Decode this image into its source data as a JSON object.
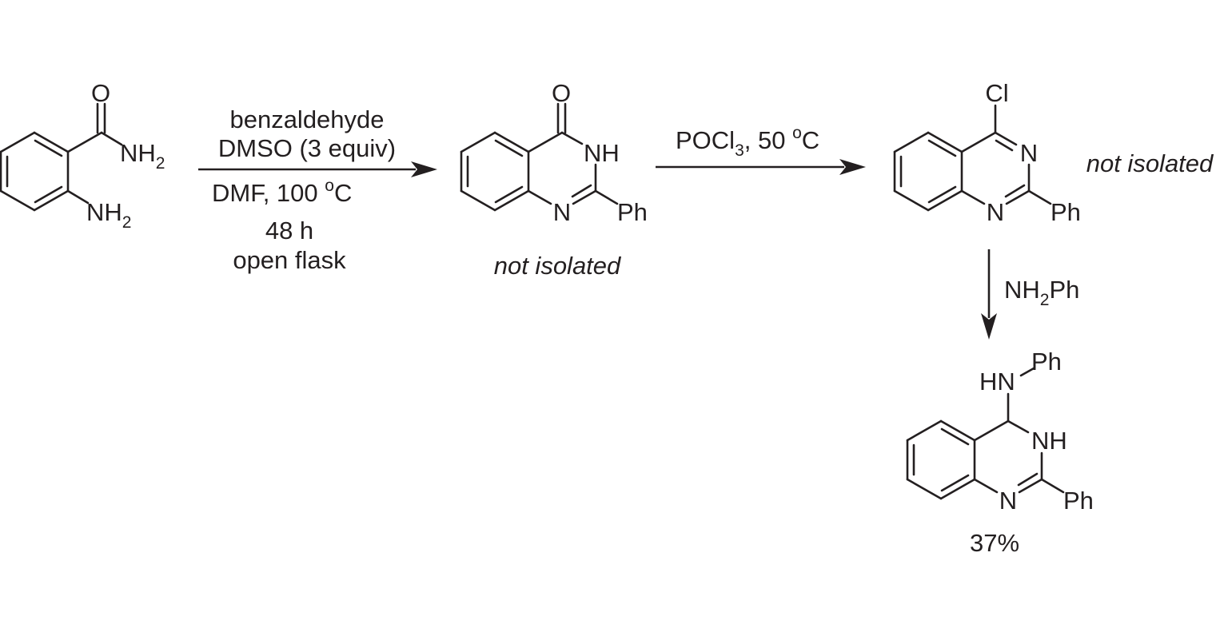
{
  "atoms": {
    "sm_o": "O",
    "sm_nh2_amide": "NH",
    "sm_nh2_amide_sub": "2",
    "sm_nh2_amine": "NH",
    "sm_nh2_amine_sub": "2",
    "int1_o": "O",
    "int1_nh": "NH",
    "int1_n": "N",
    "int1_ph": "Ph",
    "int2_cl": "Cl",
    "int2_n_top": "N",
    "int2_n": "N",
    "int2_ph": "Ph",
    "prod_hn": "HN",
    "prod_ph_top": "Ph",
    "prod_nh": "NH",
    "prod_n": "N",
    "prod_ph": "Ph"
  },
  "step1": {
    "line1": "benzaldehyde",
    "line2": "DMSO (3 equiv)",
    "line3_pre": "DMF, 100 ",
    "line3_deg": "o",
    "line3_unit": "C",
    "line4": "48 h",
    "line5": "open flask"
  },
  "step2": {
    "reagent_pre": "POCl",
    "reagent_sub": "3",
    "reagent_mid": ", 50 ",
    "deg": "o",
    "unit": "C"
  },
  "step3": {
    "reagent_pre": "NH",
    "reagent_sub": "2",
    "reagent_post": "Ph"
  },
  "notes": {
    "int1_not_isolated": "not isolated",
    "int2_not_isolated": "not isolated"
  },
  "yield": "37%"
}
